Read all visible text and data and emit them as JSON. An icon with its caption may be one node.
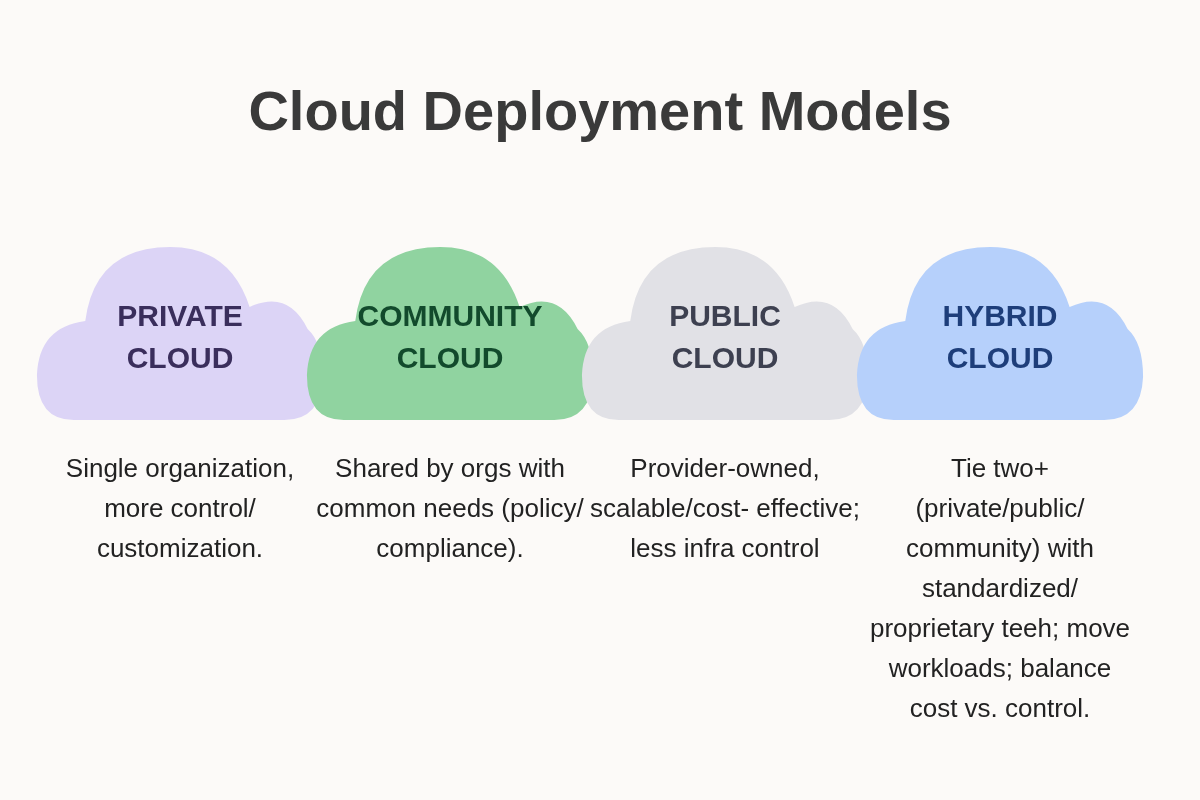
{
  "diagram": {
    "title": "Cloud Deployment Models",
    "nodes": [
      {
        "text": [
          "PRIVATE CLOUD"
        ],
        "beside": [
          "Single organization, more control/ customization."
        ]
      },
      {
        "text": [
          "COMMUNITY CLOUD"
        ],
        "beside": [
          "Shared by orgs with common needs (policy/ compliance)."
        ]
      },
      {
        "text": [
          "PUBLIC CLOUD"
        ],
        "beside": [
          "Provider-owned, scalable/cost- effective; less infra control"
        ]
      },
      {
        "text": [
          "HYBRID CLOUD"
        ],
        "beside": [
          "Tie two+ (private/public/ community) with standardized/ proprietary teeh; move workloads; balance cost vs. control."
        ]
      }
    ],
    "edges": []
  }
}
